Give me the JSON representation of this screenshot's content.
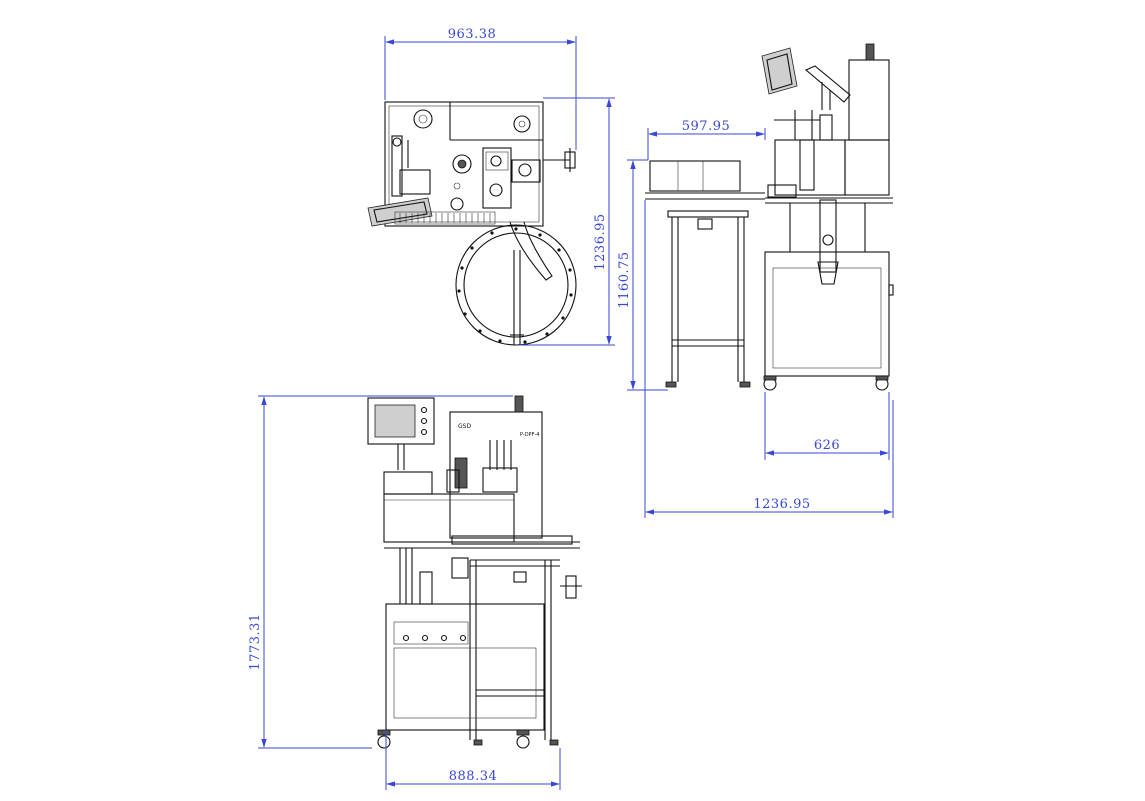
{
  "drawing": {
    "background": "#ffffff",
    "dimension_color": "#3a46d8",
    "line_color": "#111111"
  },
  "dimensions": {
    "top_view_width": "963.38",
    "top_view_height": "1236.95",
    "side_view_feed_width": "597.95",
    "side_view_height": "1160.75",
    "side_view_base_width": "626",
    "side_view_total_width": "1236.95",
    "front_view_height": "1773.31",
    "front_view_width": "888.34"
  },
  "labels": {
    "panel_model": "P-DPF-4",
    "panel_brand": "GSD"
  }
}
